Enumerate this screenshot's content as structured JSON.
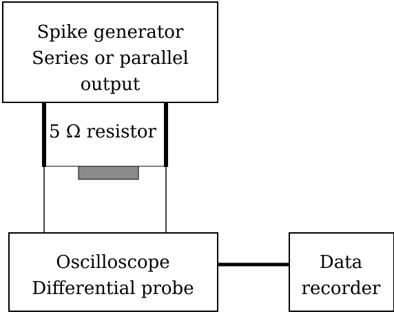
{
  "blocks": {
    "spike_generator": {
      "line1": "Spike generator",
      "line2": "Series or parallel",
      "line3": "output"
    },
    "resistor": {
      "label": "5 Ω resistor"
    },
    "oscilloscope": {
      "line1": "Oscilloscope",
      "line2": "Differential probe"
    },
    "data_recorder": {
      "line1": "Data",
      "line2": "recorder"
    }
  },
  "colors": {
    "line": "#000000",
    "resistor_fill": "#8c8c8c",
    "background": "#ffffff"
  }
}
